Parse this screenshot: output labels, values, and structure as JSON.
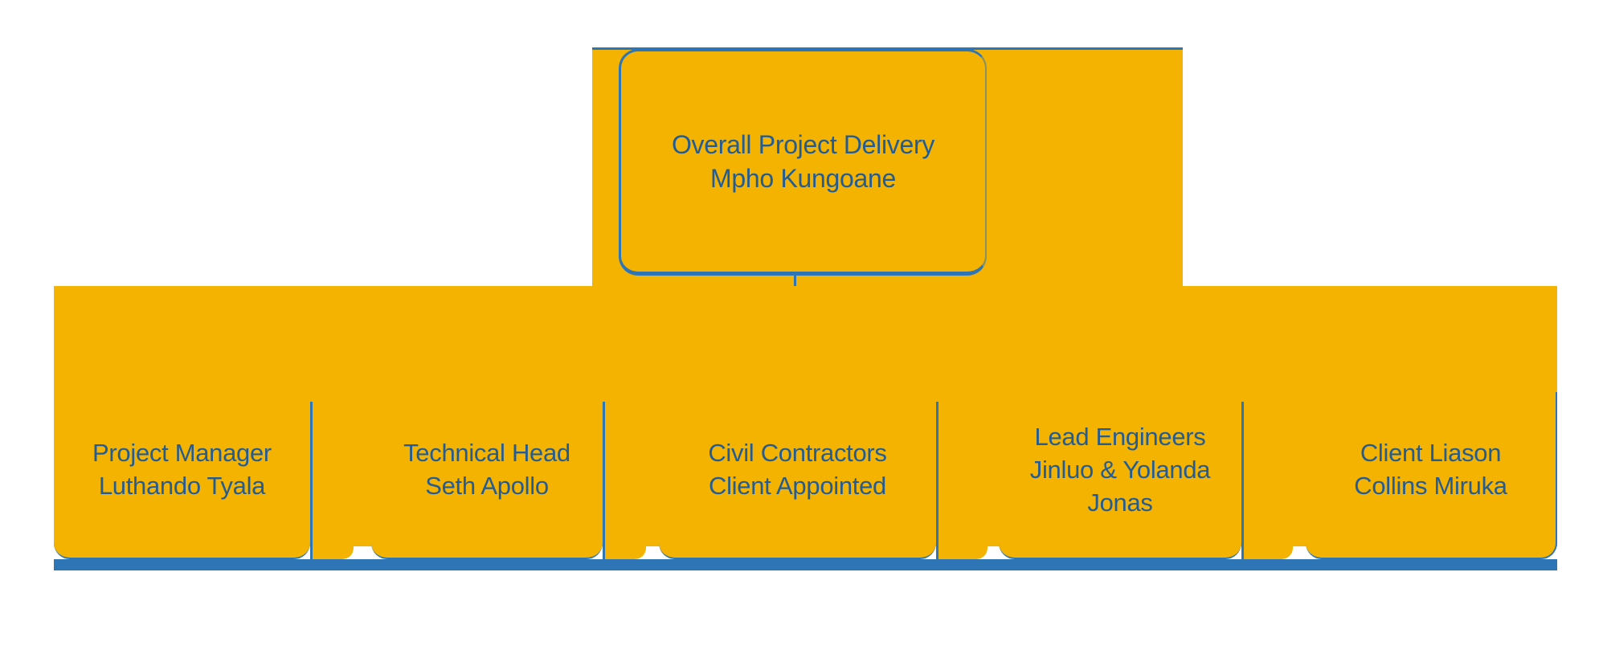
{
  "diagram": {
    "type": "org-chart",
    "root": {
      "role": "Overall Project Delivery",
      "person": "Mpho Kungoane"
    },
    "children": [
      {
        "role": "Project Manager",
        "person": "Luthando Tyala"
      },
      {
        "role": "Technical Head",
        "person": "Seth Apollo"
      },
      {
        "role": "Civil Contractors",
        "person": "Client Appointed"
      },
      {
        "role": "Lead Engineers",
        "person": "Jinluo & Yolanda Jonas"
      },
      {
        "role": "Client Liason",
        "person": "Collins Miruka"
      }
    ],
    "colors": {
      "node_fill": "#F5B301",
      "connector": "#2E75B6",
      "bottom_bar": "#2E75B6",
      "text": "#235C94"
    }
  }
}
